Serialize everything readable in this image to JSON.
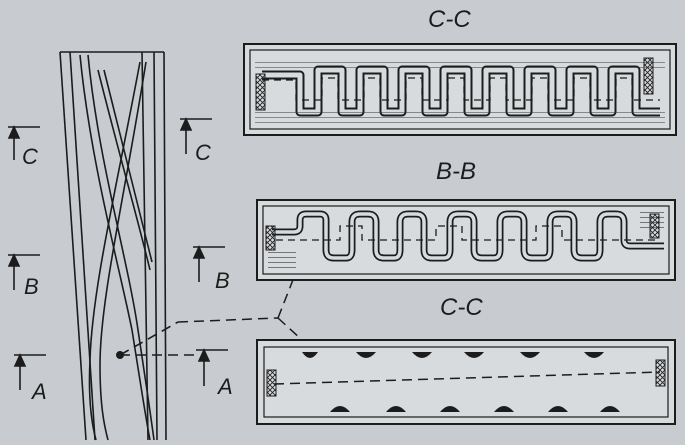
{
  "section_titles": {
    "top": "C-C",
    "middle": "B-B",
    "bottom": "C-C"
  },
  "cut_markers": {
    "left_c": "C",
    "right_c": "C",
    "left_b": "B",
    "right_b": "B",
    "left_a": "A",
    "right_a": "A"
  },
  "colors": {
    "background": "#c8ccd0",
    "ink": "#1c1c1c",
    "panel": "#d8dbde"
  }
}
